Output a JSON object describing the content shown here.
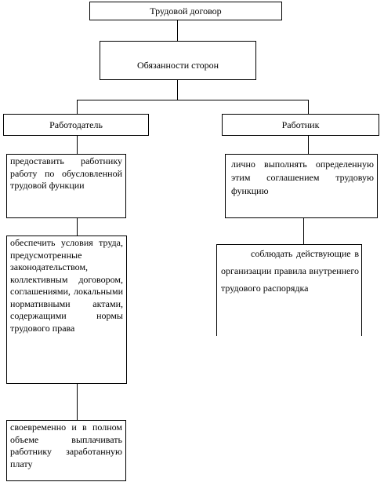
{
  "diagram": {
    "root": "Трудовой договор",
    "level2": "Обязанности сторон",
    "employer": {
      "title": "Работодатель",
      "duties": [
        "предоставить работнику работу по обусловленной трудовой функции",
        "обеспечить условия труда, предусмотренные законодательством, коллективным договором, соглашениями, локальными нормативными актами, содержащими нормы трудового права",
        "своевременно и в полном объеме выплачивать работнику заработанную плату"
      ]
    },
    "employee": {
      "title": "Работник",
      "duties": [
        "лично выполнять определенную этим соглашением трудовую функцию",
        "соблюдать действующие в организации правила внутреннего трудового распорядка"
      ]
    }
  }
}
